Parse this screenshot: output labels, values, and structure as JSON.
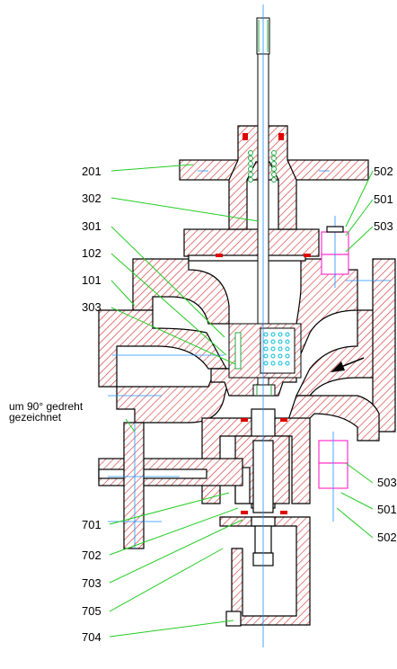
{
  "colors": {
    "hatch": "#d43a3a",
    "leader": "#22cc22",
    "bolt": "#ff33cc",
    "centerline": "#1e90ff",
    "packing": "#22aa44",
    "cage": "#00bcd4",
    "seal": "#e00000",
    "outline": "#000000"
  },
  "labels": {
    "l201": "201",
    "l302": "302",
    "l301": "301",
    "l102": "102",
    "l101": "101",
    "l303": "303",
    "l701": "701",
    "l702": "702",
    "l703": "703",
    "l705": "705",
    "l704": "704",
    "r502a": "502",
    "r501a": "501",
    "r503a": "503",
    "r503b": "503",
    "r501b": "501",
    "r502b": "502"
  },
  "note": {
    "line1": "um 90° gedreht",
    "line2": "gezeichnet"
  },
  "icons": {
    "flow_arrow": "flow-direction-arrow-icon"
  }
}
